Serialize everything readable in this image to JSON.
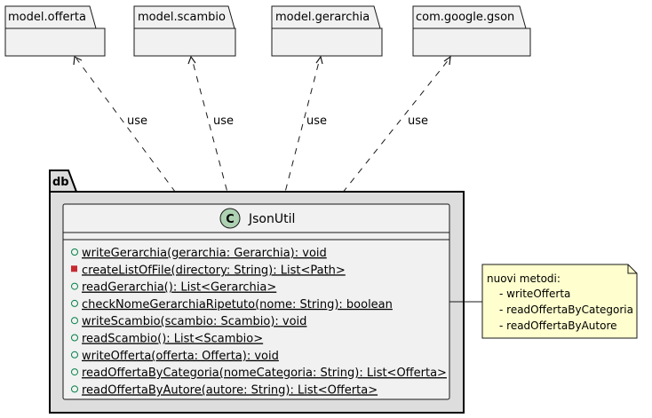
{
  "packages": [
    {
      "name": "model.offerta"
    },
    {
      "name": "model.scambio"
    },
    {
      "name": "model.gerarchia"
    },
    {
      "name": "com.google.gson"
    }
  ],
  "dependency_label": "use",
  "container": {
    "name": "db"
  },
  "class": {
    "stereotype_letter": "C",
    "name": "JsonUtil",
    "methods": [
      {
        "visibility": "public",
        "signature": "writeGerarchia(gerarchia: Gerarchia): void"
      },
      {
        "visibility": "private",
        "signature": "createListOfFile(directory: String): List<Path>"
      },
      {
        "visibility": "public",
        "signature": "readGerarchia(): List<Gerarchia>"
      },
      {
        "visibility": "public",
        "signature": "checkNomeGerarchiaRipetuto(nome: String): boolean"
      },
      {
        "visibility": "public",
        "signature": "writeScambio(scambio: Scambio): void"
      },
      {
        "visibility": "public",
        "signature": "readScambio(): List<Scambio>"
      },
      {
        "visibility": "public",
        "signature": "writeOfferta(offerta: Offerta): void"
      },
      {
        "visibility": "public",
        "signature": "readOffertaByCategoria(nomeCategoria: String): List<Offerta>"
      },
      {
        "visibility": "public",
        "signature": "readOffertaByAutore(autore: String): List<Offerta>"
      }
    ]
  },
  "note": {
    "lines": [
      "nuovi metodi:",
      "- writeOfferta",
      "- readOffertaByCategoria",
      "- readOffertaByAutore"
    ]
  },
  "colors": {
    "package_fill": "#f1f1f1",
    "container_fill": "#dddddd",
    "class_fill": "#f1f1f1",
    "class_icon": "#add1b2",
    "public_marker": "#84be84",
    "private_marker": "#c82930",
    "note_fill": "#fefece",
    "stroke": "#181818"
  }
}
